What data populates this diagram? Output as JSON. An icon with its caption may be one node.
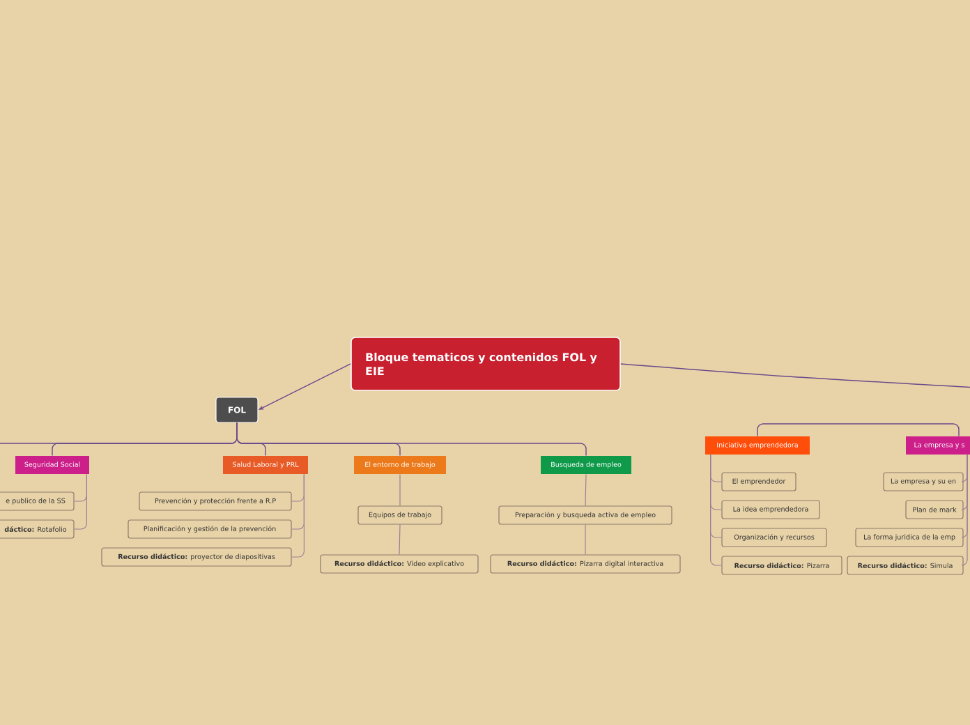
{
  "diagram": {
    "nodes": [
      {
        "text": [
          "Bloque tematicos y contenidos FOL y EIE"
        ]
      },
      {
        "text": [
          "FOL"
        ]
      },
      {
        "text": [
          "Seguridad Social"
        ]
      },
      {
        "text": [
          "Salud Laboral y PRL"
        ]
      },
      {
        "text": [
          "El entorno de trabajo"
        ]
      },
      {
        "text": [
          "Busqueda de empleo"
        ]
      },
      {
        "text": [
          "e publico de la SS"
        ]
      },
      {
        "text": [
          "**dáctico:** Rotafolio"
        ]
      },
      {
        "text": [
          "Prevención y protección frente a R.P"
        ]
      },
      {
        "text": [
          "Planificación y gestión de la prevención"
        ]
      },
      {
        "text": [
          "**Recurso didáctico:** proyector de diapositivas"
        ]
      },
      {
        "text": [
          "Equipos de trabajo"
        ]
      },
      {
        "text": [
          "**Recurso didáctico:** Video explicativo"
        ]
      },
      {
        "text": [
          "Preparación y busqueda activa de empleo"
        ]
      },
      {
        "text": [
          "**Recurso didáctico:** Pizarra digital interactiva"
        ]
      },
      {
        "text": [
          "Iniciativa emprendedora"
        ]
      },
      {
        "text": [
          "La empresa y s"
        ]
      },
      {
        "text": [
          "El emprendedor"
        ]
      },
      {
        "text": [
          "La idea emprendedora"
        ]
      },
      {
        "text": [
          "Organización y recursos"
        ]
      },
      {
        "text": [
          "**Recurso didáctico:** Pizarra"
        ]
      },
      {
        "text": [
          "La empresa y su en"
        ]
      },
      {
        "text": [
          "Plan de mark"
        ]
      },
      {
        "text": [
          "La forma juridica de la emp"
        ]
      },
      {
        "text": [
          "**Recurso didáctico:** Simula"
        ]
      }
    ],
    "edges": [
      {
        "from": 0,
        "to": 1,
        "arrow": "to"
      },
      {
        "from": 0,
        "to": null,
        "arrow": "none"
      },
      {
        "from": 1,
        "to": null,
        "arrow": "none"
      },
      {
        "from": 1,
        "to": 2,
        "arrow": "none"
      },
      {
        "from": 1,
        "to": 3,
        "arrow": "none"
      },
      {
        "from": 1,
        "to": 4,
        "arrow": "none"
      },
      {
        "from": 1,
        "to": 5,
        "arrow": "none"
      },
      {
        "from": 2,
        "to": 6,
        "arrow": "none"
      },
      {
        "from": 2,
        "to": 7,
        "arrow": "none"
      },
      {
        "from": 3,
        "to": 8,
        "arrow": "none"
      },
      {
        "from": 3,
        "to": 9,
        "arrow": "none"
      },
      {
        "from": 3,
        "to": 10,
        "arrow": "none"
      },
      {
        "from": 4,
        "to": 11,
        "arrow": "none"
      },
      {
        "from": 11,
        "to": 12,
        "arrow": "none"
      },
      {
        "from": 5,
        "to": 13,
        "arrow": "none"
      },
      {
        "from": 13,
        "to": 14,
        "arrow": "none"
      },
      {
        "from": 15,
        "to": 16,
        "arrow": "none"
      },
      {
        "from": 15,
        "to": 17,
        "arrow": "none"
      },
      {
        "from": 15,
        "to": 18,
        "arrow": "none"
      },
      {
        "from": 15,
        "to": 19,
        "arrow": "none"
      },
      {
        "from": 15,
        "to": 20,
        "arrow": "none"
      },
      {
        "from": 16,
        "to": 21,
        "arrow": "none"
      },
      {
        "from": 16,
        "to": 22,
        "arrow": "none"
      },
      {
        "from": 16,
        "to": 23,
        "arrow": "none"
      },
      {
        "from": 16,
        "to": 24,
        "arrow": "none"
      }
    ]
  }
}
